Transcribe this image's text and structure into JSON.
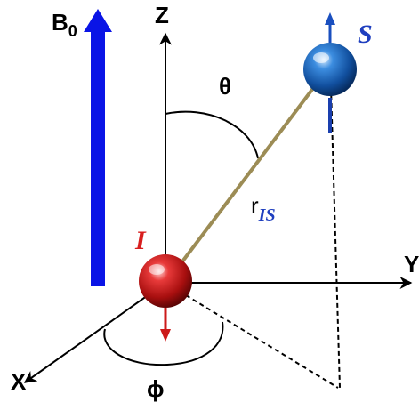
{
  "field": {
    "label": "B",
    "subscript": "0",
    "color": "#0a14e6"
  },
  "axes": {
    "z_label": "Z",
    "y_label": "Y",
    "x_label": "X"
  },
  "angles": {
    "polar": "θ",
    "azimuthal": "ϕ"
  },
  "vector": {
    "label": "r",
    "subscript": "IS",
    "color": "#9c8c55"
  },
  "spins": {
    "i": {
      "label": "I",
      "sphere_color": "#cc1a1a",
      "label_color": "#d81e1e",
      "moment_color": "#cc1a1a"
    },
    "s": {
      "label": "S",
      "sphere_color": "#2a6fcf",
      "label_color": "#1f3fbf",
      "moment_color": "#1a4fbf"
    }
  }
}
